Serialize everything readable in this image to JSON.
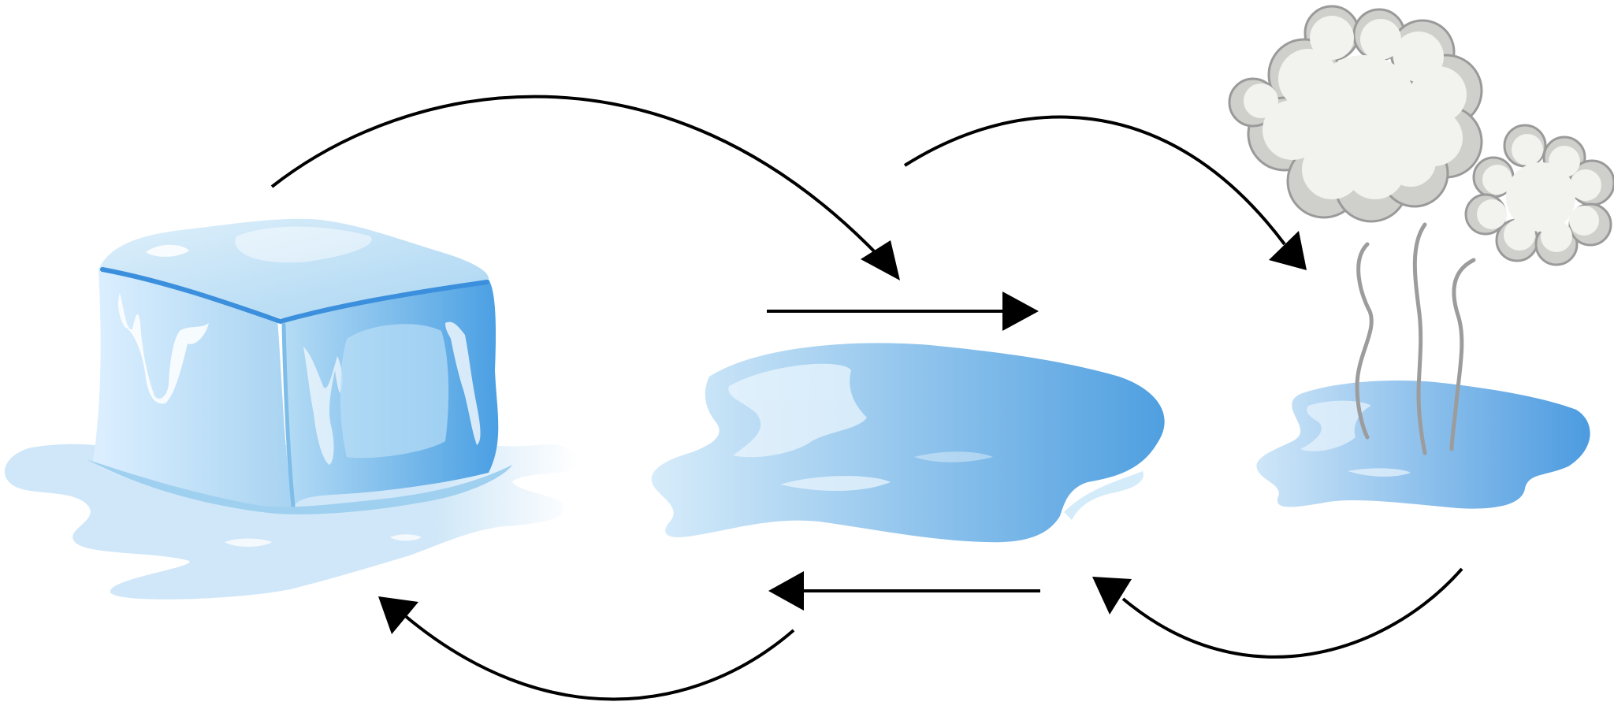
{
  "diagram": {
    "type": "water-phase-cycle",
    "background": "#ffffff",
    "colors": {
      "ice_light": "#d2e9f8",
      "ice_mid": "#9fd0f0",
      "ice_dark": "#4a9fe3",
      "water_light": "#d7ecfa",
      "water_dark": "#4f9fe0",
      "cloud_fill": "#f2f2ef",
      "cloud_shade": "#cfcfcb",
      "cloud_outline": "#9a9a9a",
      "steam": "#9c9c9c",
      "arrow": "#000000"
    },
    "stages": [
      {
        "name": "ice",
        "icon": "ice-cube-icon"
      },
      {
        "name": "liquid",
        "icon": "water-puddle-icon"
      },
      {
        "name": "vapor",
        "icon": "steam-cloud-icon"
      }
    ],
    "arrows": [
      {
        "from": "ice",
        "to": "liquid",
        "style": "curved"
      },
      {
        "from": "ice",
        "to": "liquid",
        "style": "straight"
      },
      {
        "from": "liquid",
        "to": "vapor",
        "style": "curved"
      },
      {
        "from": "vapor",
        "to": "liquid",
        "style": "curved"
      },
      {
        "from": "liquid",
        "to": "ice",
        "style": "straight"
      },
      {
        "from": "liquid",
        "to": "ice",
        "style": "curved"
      }
    ]
  }
}
